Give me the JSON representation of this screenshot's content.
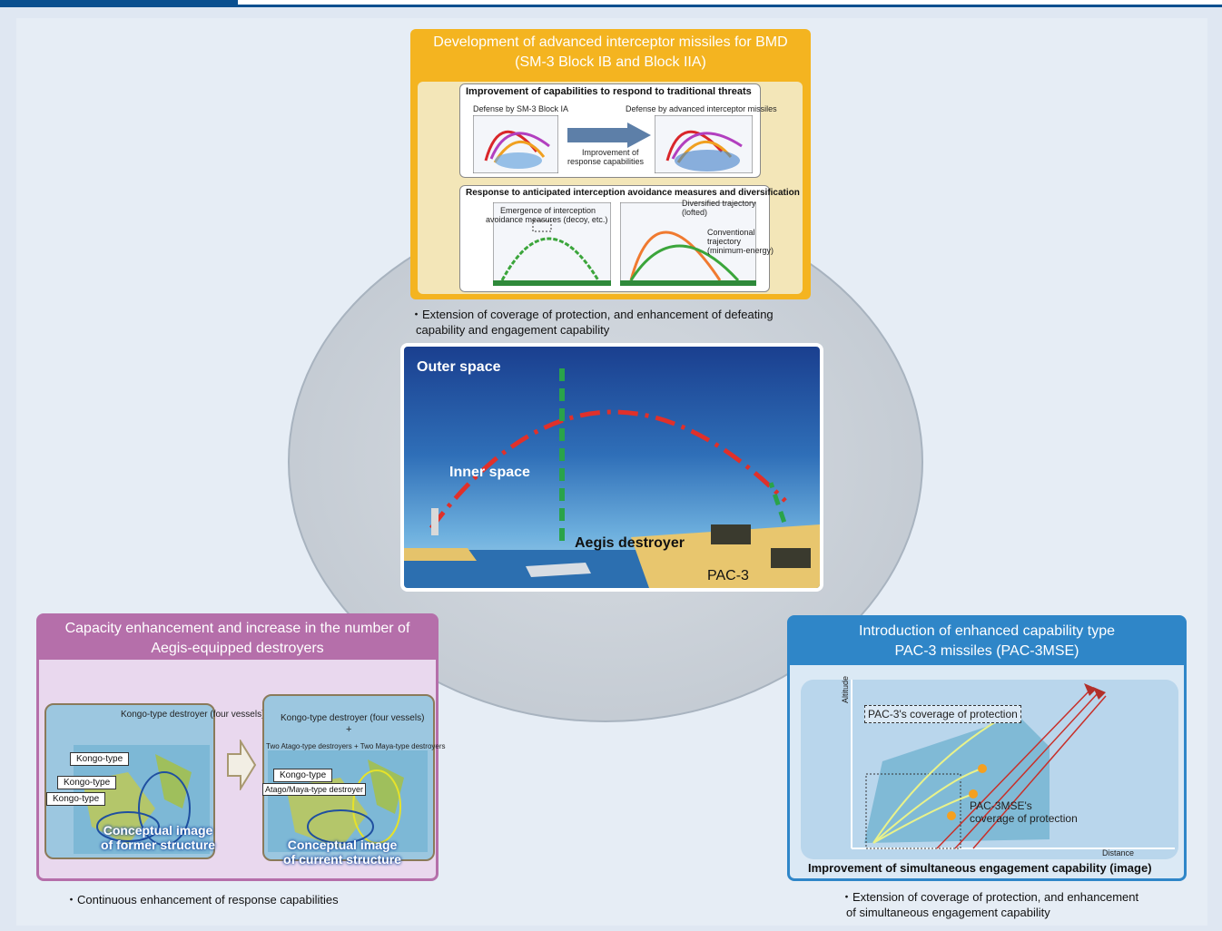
{
  "bmd": {
    "title_line1": "Development of advanced interceptor missiles for BMD",
    "title_line2": "(SM-3 Block IB and Block IIA)",
    "box1_title": "Improvement of capabilities to respond to traditional threats",
    "defense_ia": "Defense by SM-3 Block IA",
    "defense_advanced": "Defense by advanced interceptor missiles",
    "improvement_l1": "Improvement of",
    "improvement_l2": "response capabilities",
    "box2_title": "Response to anticipated interception avoidance measures and diversification of trajectories",
    "emergence_l1": "Emergence of interception",
    "emergence_l2": "avoidance measures (decoy, etc.)",
    "diversified_l1": "Diversified trajectory",
    "diversified_l2": "(lofted)",
    "conventional_l1": "Conventional",
    "conventional_l2": "trajectory",
    "conventional_l3": "(minimum-energy)",
    "caption_l1": "・Extension of coverage of protection, and enhancement of defeating",
    "caption_l2": "capability and engagement capability"
  },
  "center": {
    "outer_space": "Outer space",
    "inner_space": "Inner space",
    "aegis_destroyer": "Aegis destroyer",
    "pac3": "PAC-3"
  },
  "aegis": {
    "title_line1": "Capacity enhancement and increase in the number of",
    "title_line2": "Aegis-equipped destroyers",
    "former_label": "Kongo-type destroyer (four vessels)",
    "kongo": "Kongo-type",
    "current_label": "Kongo-type destroyer (four vessels)",
    "plus": "+",
    "atago_maya": "Two Atago-type destroyers + Two Maya-type destroyers",
    "atago_maya_tag": "Atago/Maya-type destroyer",
    "former_l1": "Conceptual image",
    "former_l2": "of former structure",
    "current_l1": "Conceptual image",
    "current_l2": "of current structure",
    "caption": "・Continuous enhancement of response capabilities"
  },
  "pac": {
    "title_line1": "Introduction of enhanced capability type",
    "title_line2": "PAC-3 missiles (PAC-3MSE)",
    "altitude": "Altitude",
    "distance": "Distance",
    "pac3_coverage": "PAC-3's coverage of protection",
    "mse_l1": "PAC-3MSE's",
    "mse_l2": "coverage of protection",
    "footer": "Improvement of simultaneous engagement capability (image)",
    "caption_l1": "・Extension of coverage of protection, and enhancement",
    "caption_l2": "of simultaneous engagement capability"
  },
  "colors": {
    "bmd_panel": "#f4b420",
    "aegis_panel": "#b56faa",
    "pac_panel": "#2f86c8",
    "top_bar": "#0a4f8f"
  }
}
